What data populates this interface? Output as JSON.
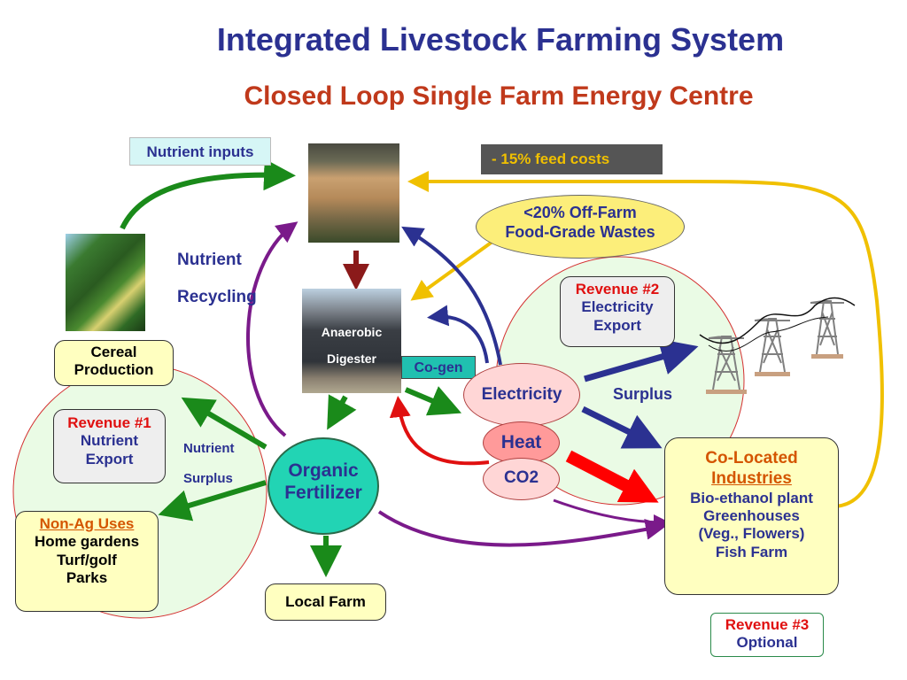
{
  "title": "Integrated Livestock Farming System",
  "subtitle": "Closed Loop Single Farm Energy Centre",
  "nutrient_inputs": "Nutrient inputs",
  "feed_costs": "- 15% feed costs",
  "offfarm": {
    "line1": "<20% Off-Farm",
    "line2": "Food-Grade Wastes"
  },
  "nutrient_recycling": {
    "line1": "Nutrient",
    "line2": "Recycling"
  },
  "digester": {
    "line1": "Anaerobic",
    "line2": "Digester"
  },
  "cogen": "Co-gen",
  "revenue2": {
    "title": "Revenue #2",
    "line1": "Electricity",
    "line2": "Export"
  },
  "surplus": "Surplus",
  "electricity": "Electricity",
  "heat": "Heat",
  "co2": "CO2",
  "cereal": {
    "line1": "Cereal",
    "line2": "Production"
  },
  "revenue1": {
    "title": "Revenue #1",
    "line1": "Nutrient",
    "line2": "Export"
  },
  "nutrient_surplus": {
    "line1": "Nutrient",
    "line2": "Surplus"
  },
  "organic_fertilizer": {
    "line1": "Organic",
    "line2": "Fertilizer"
  },
  "nonag": {
    "title": "Non-Ag Uses",
    "line1": "Home gardens",
    "line2": "Turf/golf",
    "line3": "Parks"
  },
  "local_farm": "Local Farm",
  "colocated": {
    "title1": "Co-Located",
    "title2": "Industries",
    "items": [
      "Bio-ethanol plant",
      "Greenhouses",
      "(Veg., Flowers)",
      "Fish Farm"
    ]
  },
  "revenue3": {
    "title": "Revenue #3",
    "line1": "Optional"
  },
  "colors": {
    "navy": "#2b3191",
    "green_arrow": "#1a8a1a",
    "purple_arrow": "#7a1a8a",
    "yellow_arrow": "#f0c000",
    "red_arrow": "#e01010",
    "dark_red_arrow": "#8b1a1a"
  }
}
